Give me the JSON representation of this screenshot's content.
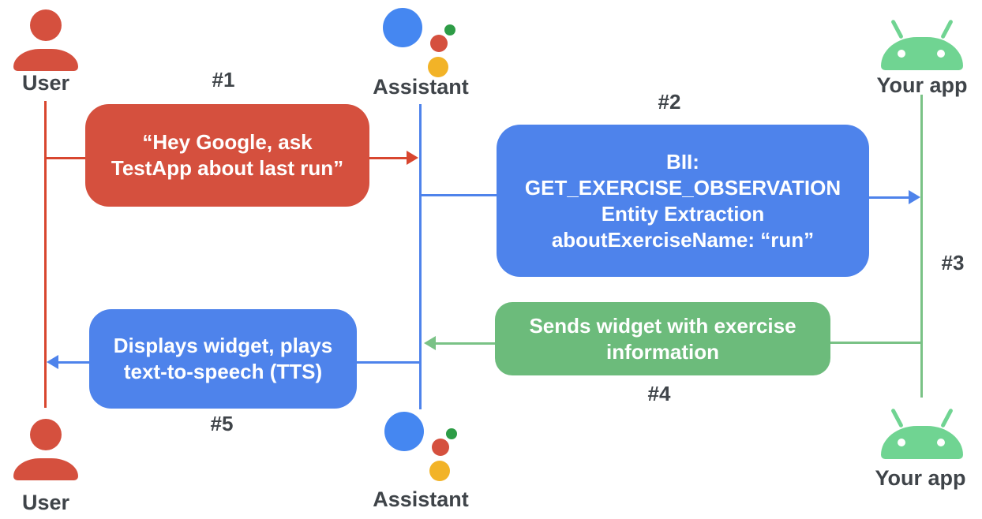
{
  "colors": {
    "red": "#D5503E",
    "red-line": "#D8462F",
    "blue": "#4E83EB",
    "assistant-blue": "#4587F1",
    "green-box": "#6CBB7B",
    "green-line": "#7AC286",
    "android-green": "#70D492",
    "dot-green": "#2D9C46",
    "yellow": "#F2B327",
    "label-gray": "#3F4449"
  },
  "actors": {
    "user_top": {
      "label": "User"
    },
    "assistant_top": {
      "label": "Assistant"
    },
    "app_top": {
      "label": "Your app"
    },
    "user_bottom": {
      "label": "User"
    },
    "assistant_bottom": {
      "label": "Assistant"
    },
    "app_bottom": {
      "label": "Your app"
    }
  },
  "steps": {
    "s1": {
      "label": "#1",
      "lines": [
        "“Hey Google, ask",
        "TestApp about last run”"
      ]
    },
    "s2": {
      "label": "#2",
      "lines": [
        "BII:",
        "GET_EXERCISE_OBSERVATION",
        "Entity Extraction",
        "aboutExerciseName: “run”"
      ]
    },
    "s3": {
      "label": "#3"
    },
    "s4": {
      "label": "#4",
      "lines": [
        "Sends widget with exercise",
        "information"
      ]
    },
    "s5": {
      "label": "#5",
      "lines": [
        "Displays widget, plays",
        "text-to-speech (TTS)"
      ]
    }
  }
}
